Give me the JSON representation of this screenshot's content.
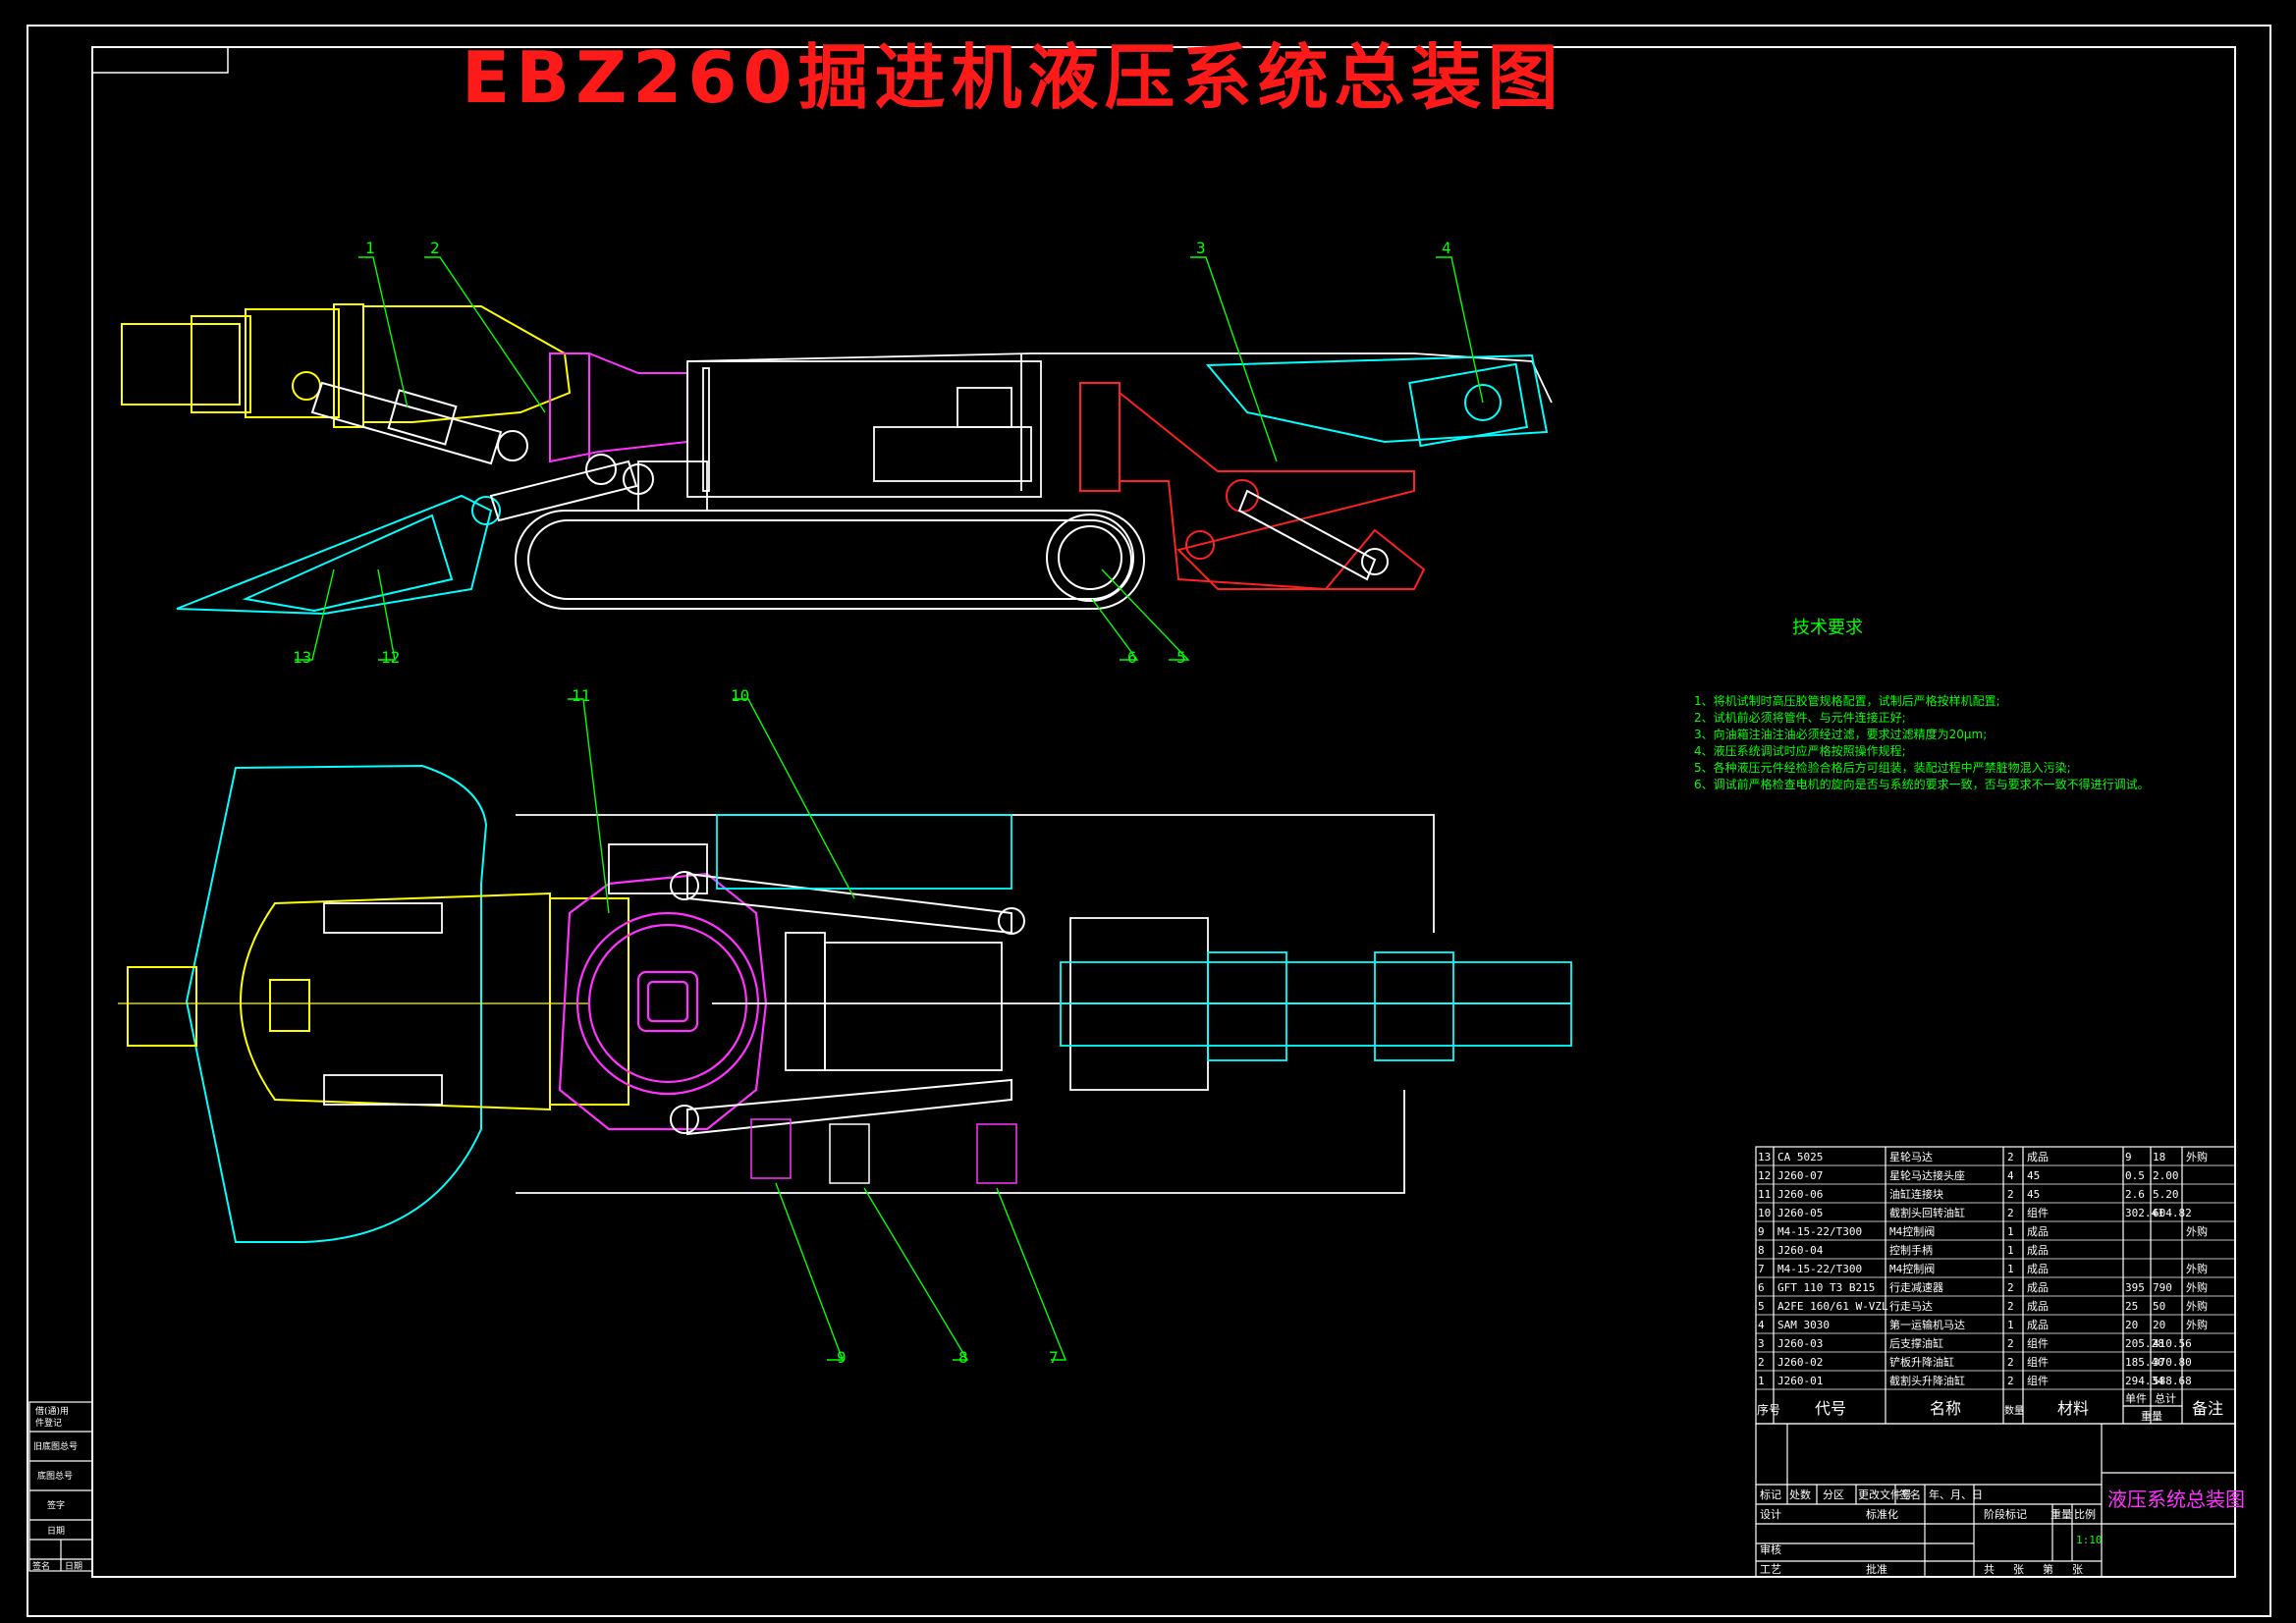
{
  "title": "EBZ260掘进机液压系统总装图",
  "callouts": [
    "1",
    "2",
    "3",
    "4",
    "5",
    "6",
    "7",
    "8",
    "9",
    "10",
    "11",
    "12",
    "13"
  ],
  "tech_requirements": {
    "heading": "技术要求",
    "items": [
      "1、将机试制时高压胶管规格配置，试制后严格按样机配置;",
      "2、试机前必须将管件、与元件连接正好;",
      "3、向油箱注油注油必须经过滤，要求过滤精度为20μm;",
      "4、液压系统调试时应严格按照操作规程;",
      "5、各种液压元件经检验合格后方可组装，装配过程中严禁脏物混入污染;",
      "6、调试前严格检查电机的旋向是否与系统的要求一致，否与要求不一致不得进行调试。"
    ]
  },
  "bom": {
    "rows": [
      {
        "no": "13",
        "code": "CA 5025",
        "name": "星轮马达",
        "qty": "2",
        "mat": "成品",
        "w1": "9",
        "w2": "18",
        "note": "外购"
      },
      {
        "no": "12",
        "code": "J260-07",
        "name": "星轮马达接头座",
        "qty": "4",
        "mat": "45",
        "w1": "0.5",
        "w2": "2.00",
        "note": ""
      },
      {
        "no": "11",
        "code": "J260-06",
        "name": "油缸连接块",
        "qty": "2",
        "mat": "45",
        "w1": "2.6",
        "w2": "5.20",
        "note": ""
      },
      {
        "no": "10",
        "code": "J260-05",
        "name": "截割头回转油缸",
        "qty": "2",
        "mat": "组件",
        "w1": "302.41",
        "w2": "604.82",
        "note": ""
      },
      {
        "no": "9",
        "code": "M4-15-22/T300",
        "name": "M4控制阀",
        "qty": "1",
        "mat": "成品",
        "w1": "",
        "w2": "",
        "note": "外购"
      },
      {
        "no": "8",
        "code": "J260-04",
        "name": "控制手柄",
        "qty": "1",
        "mat": "成品",
        "w1": "",
        "w2": "",
        "note": ""
      },
      {
        "no": "7",
        "code": "M4-15-22/T300",
        "name": "M4控制阀",
        "qty": "1",
        "mat": "成品",
        "w1": "",
        "w2": "",
        "note": "外购"
      },
      {
        "no": "6",
        "code": "GFT 110 T3 B215",
        "name": "行走减速器",
        "qty": "2",
        "mat": "成品",
        "w1": "395",
        "w2": "790",
        "note": "外购"
      },
      {
        "no": "5",
        "code": "A2FE 160/61 W-VZL",
        "name": "行走马达",
        "qty": "2",
        "mat": "成品",
        "w1": "25",
        "w2": "50",
        "note": "外购"
      },
      {
        "no": "4",
        "code": "SAM 3030",
        "name": "第一运输机马达",
        "qty": "1",
        "mat": "成品",
        "w1": "20",
        "w2": "20",
        "note": "外购"
      },
      {
        "no": "3",
        "code": "J260-03",
        "name": "后支撑油缸",
        "qty": "2",
        "mat": "组件",
        "w1": "205.28",
        "w2": "410.56",
        "note": ""
      },
      {
        "no": "2",
        "code": "J260-02",
        "name": "铲板升降油缸",
        "qty": "2",
        "mat": "组件",
        "w1": "185.40",
        "w2": "370.80",
        "note": ""
      },
      {
        "no": "1",
        "code": "J260-01",
        "name": "截割头升降油缸",
        "qty": "2",
        "mat": "组件",
        "w1": "294.34",
        "w2": "588.68",
        "note": ""
      }
    ],
    "header": {
      "no": "序号",
      "code": "代号",
      "name": "名称",
      "qty": "数量",
      "mat": "材料",
      "w_single": "单件",
      "w_total": "总计",
      "weight": "重量",
      "note": "备注"
    }
  },
  "title_block": {
    "drawing_name": "液压系统总装图",
    "scale": "1:10",
    "labels": [
      "标记",
      "处数",
      "分区",
      "更改文件号",
      "签名",
      "年、月、日",
      "设计",
      "标准化",
      "审核",
      "工艺",
      "批准",
      "阶段标记",
      "重量",
      "比例",
      "共",
      "张",
      "第",
      "张"
    ]
  },
  "side_stamps": [
    "借(通)用",
    "件登记",
    "旧底图总号",
    "底图总号",
    "签字",
    "日期",
    "签名",
    "日期"
  ]
}
